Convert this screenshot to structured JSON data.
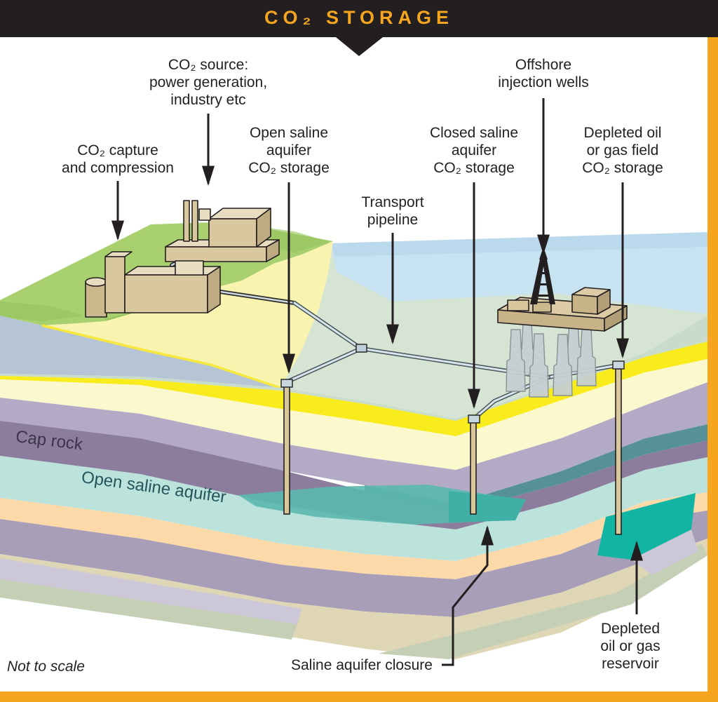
{
  "header": {
    "title": "CO₂ STORAGE"
  },
  "labels": {
    "co2_source": "CO₂ source:\npower generation,\nindustry etc",
    "co2_capture": "CO₂ capture\nand compression",
    "open_saline_storage": "Open saline\naquifer\nCO₂ storage",
    "transport_pipeline": "Transport\npipeline",
    "offshore_wells": "Offshore\ninjection wells",
    "closed_saline_storage": "Closed saline\naquifer\nCO₂ storage",
    "depleted_field_storage": "Depleted oil\nor gas field\nCO₂ storage",
    "cap_rock": "Cap rock",
    "open_saline_layer": "Open saline aquifer",
    "saline_closure": "Saline aquifer closure",
    "depleted_reservoir": "Depleted\noil or gas\nreservoir",
    "not_to_scale": "Not to scale"
  },
  "colors": {
    "header_bg": "#231f20",
    "accent_orange": "#f6a51f",
    "label_text": "#231f20",
    "land_green": "#a8d06e",
    "sand_yellow": "#f8f3ae",
    "sea_blue": "#c7e2f0",
    "seabed_sage": "#d5e4d3",
    "slope_bluegray": "#b6c5d5",
    "marker_yellow": "#f8ec1c",
    "pale_yellow_layer": "#fbf8ce",
    "lavender_layer": "#b3aac6",
    "cap_rock_purple": "#8c7d9e",
    "aquifer_teal": "#bbe2db",
    "closure_teal": "#57b7ac",
    "reservoir_teal": "#12b5a4",
    "peach_layer": "#fbd9a8",
    "well_tan": "#d9c79c"
  }
}
